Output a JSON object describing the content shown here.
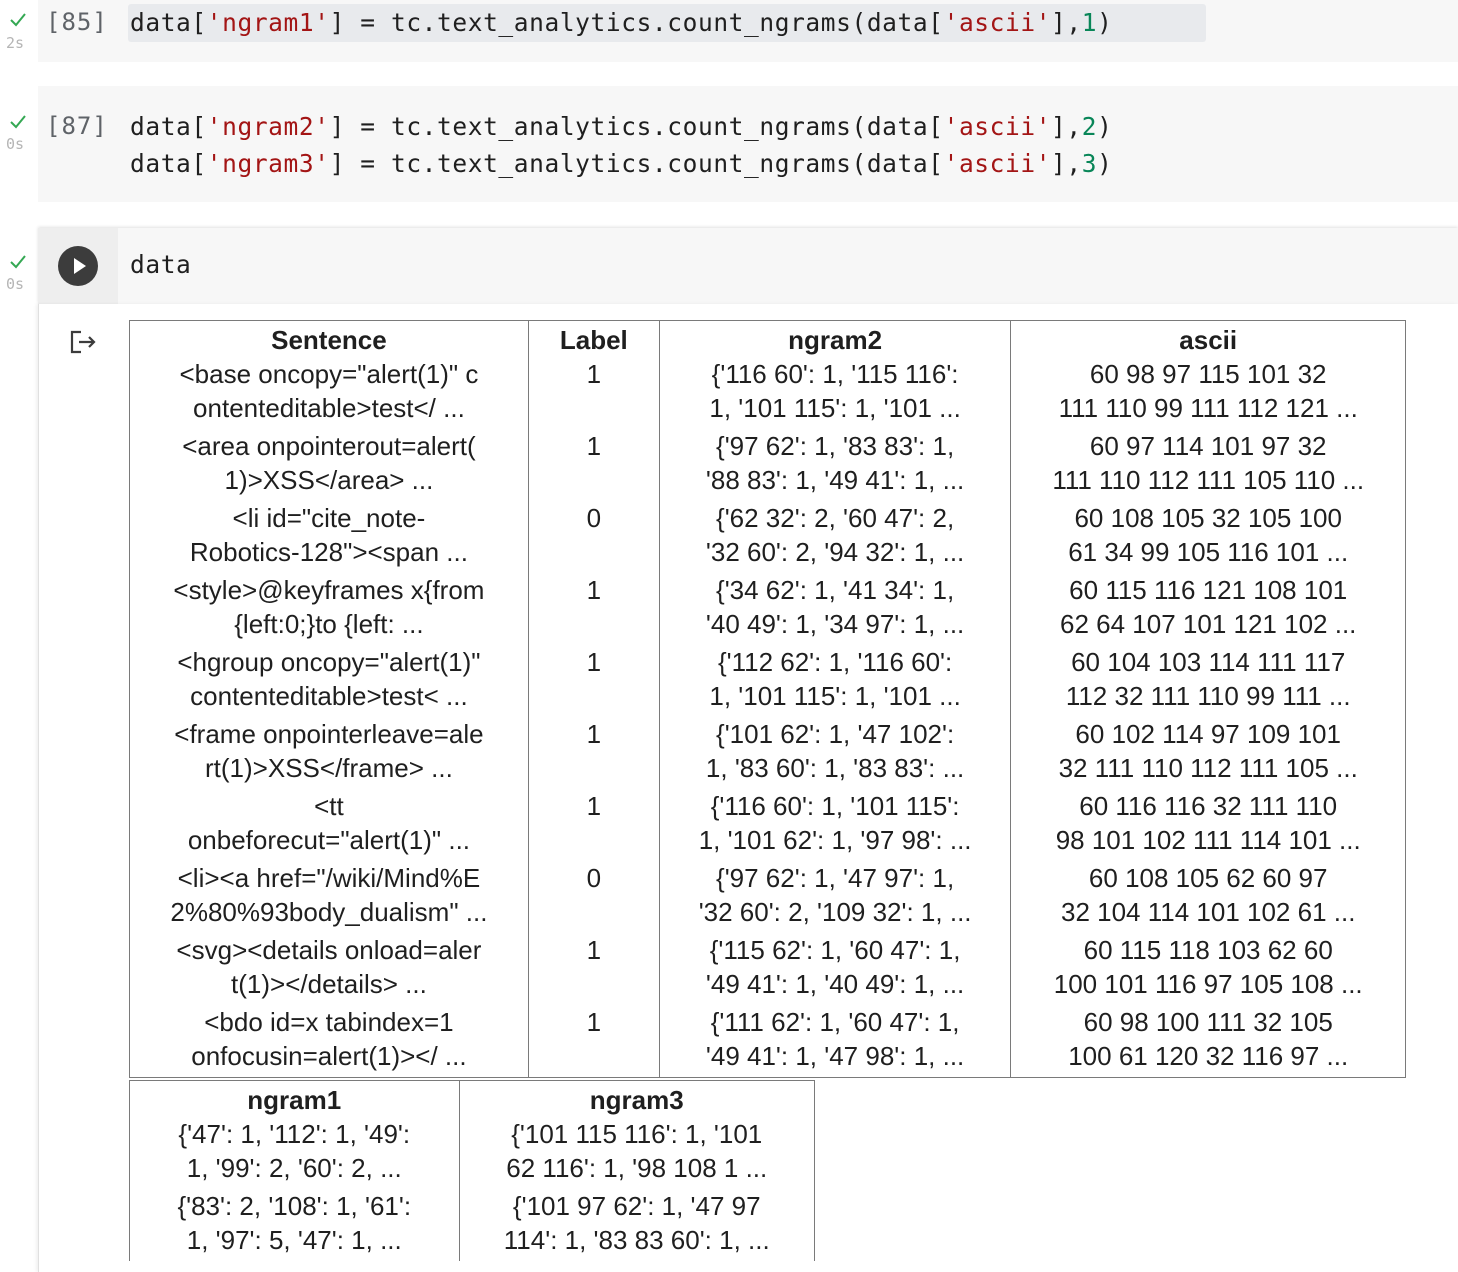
{
  "cells": [
    {
      "exec_time": "2s",
      "exec_count": "[85]",
      "lines": [
        [
          [
            "data[",
            "p"
          ],
          [
            "'ngram1'",
            "s"
          ],
          [
            "] = tc.text_analytics.count_ngrams(data[",
            "p"
          ],
          [
            "'ascii'",
            "s"
          ],
          [
            "],",
            "p"
          ],
          [
            "1",
            "n"
          ],
          [
            ")",
            "p"
          ]
        ]
      ]
    },
    {
      "exec_time": "0s",
      "exec_count": "[87]",
      "lines": [
        [
          [
            "data[",
            "p"
          ],
          [
            "'ngram2'",
            "s"
          ],
          [
            "] = tc.text_analytics.count_ngrams(data[",
            "p"
          ],
          [
            "'ascii'",
            "s"
          ],
          [
            "],",
            "p"
          ],
          [
            "2",
            "n"
          ],
          [
            ")",
            "p"
          ]
        ],
        [
          [
            "data[",
            "p"
          ],
          [
            "'ngram3'",
            "s"
          ],
          [
            "] = tc.text_analytics.count_ngrams(data[",
            "p"
          ],
          [
            "'ascii'",
            "s"
          ],
          [
            "],",
            "p"
          ],
          [
            "3",
            "n"
          ],
          [
            ")",
            "p"
          ]
        ]
      ]
    }
  ],
  "run_cell": {
    "exec_time": "0s",
    "code": "data"
  },
  "table1": {
    "headers": [
      "Sentence",
      "Label",
      "ngram2",
      "ascii"
    ],
    "rows": [
      [
        [
          "<base oncopy=\"alert(1)\" c",
          "ontenteditable>test</ ..."
        ],
        [
          "1"
        ],
        [
          "{'116 60': 1, '115 116':",
          "1, '101 115': 1, '101 ..."
        ],
        [
          "60 98 97 115 101 32",
          "111 110 99 111 112 121 ..."
        ]
      ],
      [
        [
          "<area onpointerout=alert(",
          "1)>XSS</area> ..."
        ],
        [
          "1"
        ],
        [
          "{'97 62': 1, '83 83': 1,",
          "'88 83': 1, '49 41': 1, ..."
        ],
        [
          "60 97 114 101 97 32",
          "111 110 112 111 105 110 ..."
        ]
      ],
      [
        [
          "<li id=\"cite_note-",
          "Robotics-128\"><span ..."
        ],
        [
          "0"
        ],
        [
          "{'62 32': 2, '60 47': 2,",
          "'32 60': 2, '94 32': 1, ..."
        ],
        [
          "60 108 105 32 105 100",
          "61 34 99 105 116 101 ..."
        ]
      ],
      [
        [
          "<style>@keyframes x{from",
          "{left:0;}to {left: ..."
        ],
        [
          "1"
        ],
        [
          "{'34 62': 1, '41 34': 1,",
          "'40 49': 1, '34 97': 1, ..."
        ],
        [
          "60 115 116 121 108 101",
          "62 64 107 101 121 102 ..."
        ]
      ],
      [
        [
          "<hgroup oncopy=\"alert(1)\"",
          "contenteditable>test< ..."
        ],
        [
          "1"
        ],
        [
          "{'112 62': 1, '116 60':",
          "1, '101 115': 1, '101 ..."
        ],
        [
          "60 104 103 114 111 117",
          "112 32 111 110 99 111 ..."
        ]
      ],
      [
        [
          "<frame onpointerleave=ale",
          "rt(1)>XSS</frame> ..."
        ],
        [
          "1"
        ],
        [
          "{'101 62': 1, '47 102':",
          "1, '83 60': 1, '83 83': ..."
        ],
        [
          "60 102 114 97 109 101",
          "32 111 110 112 111 105 ..."
        ]
      ],
      [
        [
          "<tt",
          "onbeforecut=\"alert(1)\" ..."
        ],
        [
          "1"
        ],
        [
          "{'116 60': 1, '101 115':",
          "1, '101 62': 1, '97 98': ..."
        ],
        [
          "60 116 116 32 111 110",
          "98 101 102 111 114 101 ..."
        ]
      ],
      [
        [
          "<li><a href=\"/wiki/Mind%E",
          "2%80%93body_dualism\" ..."
        ],
        [
          "0"
        ],
        [
          "{'97 62': 1, '47 97': 1,",
          "'32 60': 2, '109 32': 1, ..."
        ],
        [
          "60 108 105 62 60 97",
          "32 104 114 101 102 61 ..."
        ]
      ],
      [
        [
          "<svg><details onload=aler",
          "t(1)></details> ..."
        ],
        [
          "1"
        ],
        [
          "{'115 62': 1, '60 47': 1,",
          "'49 41': 1, '40 49': 1, ..."
        ],
        [
          "60 115 118 103 62 60",
          "100 101 116 97 105 108 ..."
        ]
      ],
      [
        [
          "<bdo id=x tabindex=1",
          "onfocusin=alert(1)></ ..."
        ],
        [
          "1"
        ],
        [
          "{'111 62': 1, '60 47': 1,",
          "'49 41': 1, '47 98': 1, ..."
        ],
        [
          "60 98 100 111 32 105",
          "100 61 120 32 116 97 ..."
        ]
      ]
    ]
  },
  "table2": {
    "headers": [
      "ngram1",
      "ngram3"
    ],
    "rows": [
      [
        [
          "{'47': 1, '112': 1, '49':",
          "1, '99': 2, '60': 2, ..."
        ],
        [
          "{'101 115 116': 1, '101",
          "62 116': 1, '98 108 1 ..."
        ]
      ],
      [
        [
          "{'83': 2, '108': 1, '61':",
          "1, '97': 5, '47': 1, ..."
        ],
        [
          "{'101 97 62': 1, '47 97",
          "114': 1, '83 83 60': 1, ..."
        ]
      ]
    ]
  },
  "icons": {
    "check": "check-icon",
    "run": "play-icon",
    "output": "output-redirect-icon"
  },
  "colors": {
    "string": "#a31515",
    "number": "#098658",
    "check": "#34a853"
  }
}
